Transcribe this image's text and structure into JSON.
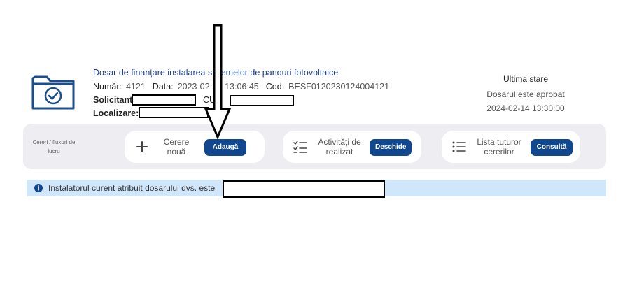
{
  "dossier": {
    "title": "Dosar de finanțare instalarea sistemelor de panouri fotovoltaice",
    "numar_label": "Număr:",
    "numar_value": "4121",
    "data_label": "Data:",
    "data_value": "2023-0?-?? 13:06:45",
    "cod_label": "Cod:",
    "cod_value": "BESF0120230124004121",
    "solicitant_label": "Solicitant:",
    "cui_label": "CUI:",
    "localizare_label": "Localizare:"
  },
  "status": {
    "title": "Ultima stare",
    "text": "Dosarul este aprobat",
    "date": "2024-02-14 13:30:00"
  },
  "actions": {
    "strip_label": "Cereri / fluxuri de lucru",
    "cerere": {
      "label": "Cerere nouă",
      "button": "Adaugă",
      "icon": "plus-icon"
    },
    "activitati": {
      "label": "Activități de realizat",
      "button": "Deschide",
      "icon": "checklist-icon"
    },
    "lista": {
      "label": "Lista tuturor cererilor",
      "button": "Consultă",
      "icon": "list-icon"
    }
  },
  "info": {
    "text": "Instalatorul curent atribuit dosarului dvs. este",
    "icon": "info-icon"
  },
  "colors": {
    "primary_button": "#10478f",
    "title_link": "#1f3f8a",
    "info_banner": "#cfe6fb",
    "strip_bg": "#eeeef2"
  }
}
